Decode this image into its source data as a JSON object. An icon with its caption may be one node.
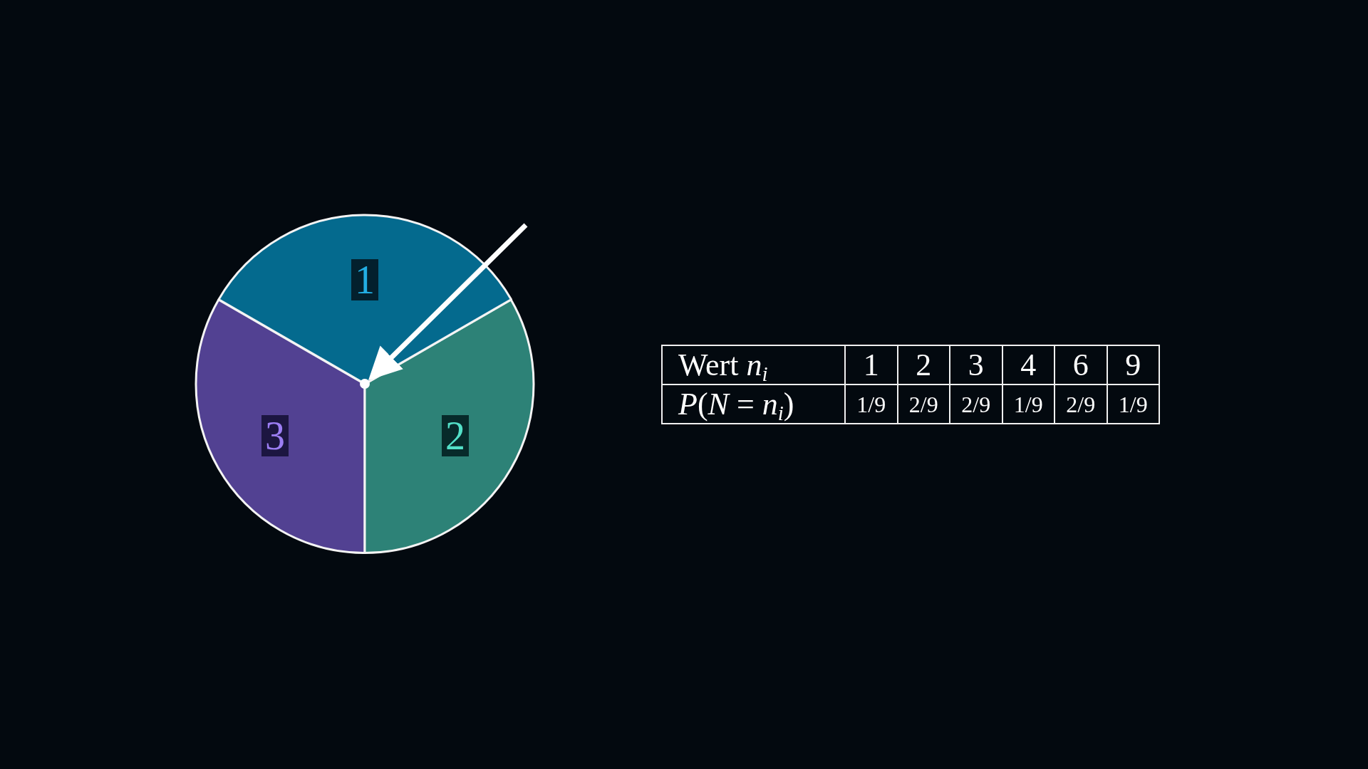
{
  "diagram": {
    "nodes": [
      {
        "text": [
          "1"
        ]
      },
      {
        "text": [
          "3"
        ]
      },
      {
        "text": [
          "2"
        ]
      },
      {
        "text": [],
        "shape": "circle"
      }
    ],
    "edges": [
      {
        "from": null,
        "to": 3,
        "arrow": "to"
      }
    ],
    "labels": [
      "Wert *n*$_{i}$",
      "1",
      "2",
      "3",
      "4",
      "6",
      "9",
      "*P*(*N* = *n*$_{i}$)",
      "1/9",
      "2/9",
      "2/9",
      "1/9",
      "2/9",
      "1/9"
    ]
  }
}
